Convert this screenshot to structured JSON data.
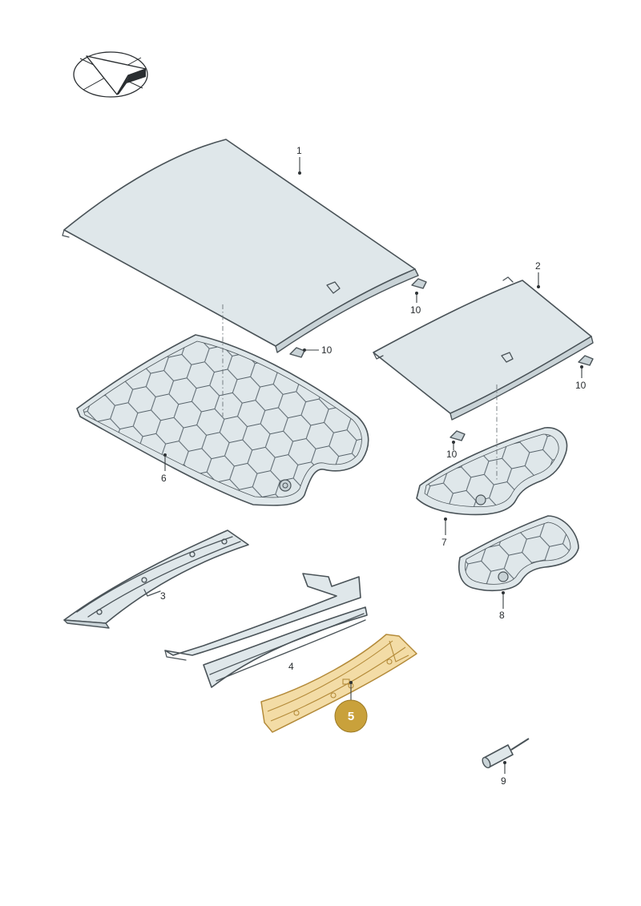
{
  "diagram": {
    "highlight_color": "#c9a13b",
    "logo_icon": "paper-plane-check-logo",
    "callouts": [
      {
        "id": "1",
        "label": "1"
      },
      {
        "id": "2",
        "label": "2"
      },
      {
        "id": "3",
        "label": "3"
      },
      {
        "id": "4",
        "label": "4"
      },
      {
        "id": "5",
        "label": "5",
        "highlighted": true
      },
      {
        "id": "6",
        "label": "6"
      },
      {
        "id": "7",
        "label": "7"
      },
      {
        "id": "8",
        "label": "8"
      },
      {
        "id": "9",
        "label": "9"
      },
      {
        "id": "10a",
        "label": "10"
      },
      {
        "id": "10b",
        "label": "10"
      },
      {
        "id": "10c",
        "label": "10"
      },
      {
        "id": "10d",
        "label": "10"
      }
    ]
  }
}
